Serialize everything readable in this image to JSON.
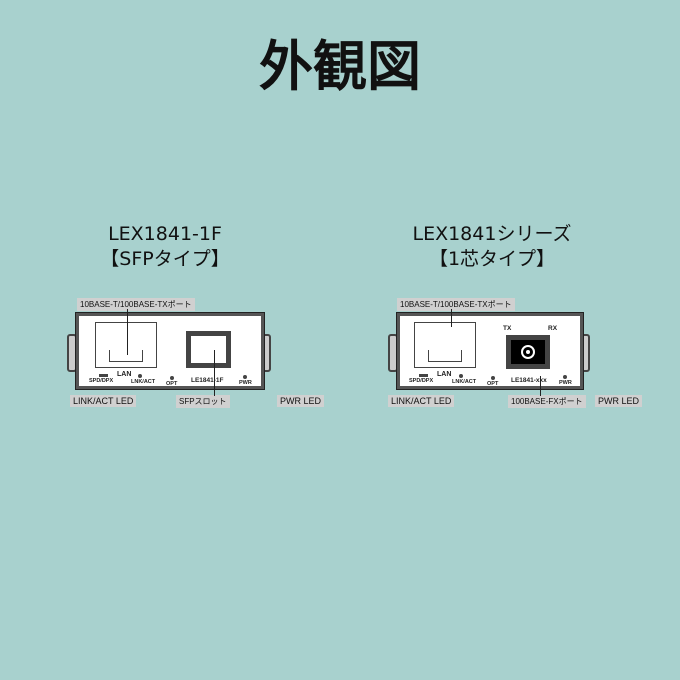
{
  "title": "外観図",
  "left": {
    "name": "LEX1841-1F",
    "type": "【SFPタイプ】",
    "port_callout": "10BASE-T/100BASE-TXポート",
    "link_led": "LINK/ACT LED",
    "slot": "SFPスロット",
    "pwr_led": "PWR LED",
    "spd": "SPD/DPX",
    "lan": "LAN",
    "lnk": "LNK/ACT",
    "opt": "OPT",
    "model": "LE1841-1F",
    "pwr": "PWR"
  },
  "right": {
    "name": "LEX1841シリーズ",
    "type": "【1芯タイプ】",
    "port_callout": "10BASE-T/100BASE-TXポート",
    "link_led": "LINK/ACT LED",
    "fx": "100BASE-FXポート",
    "pwr_led": "PWR LED",
    "spd": "SPD/DPX",
    "lan": "LAN",
    "lnk": "LNK/ACT",
    "opt": "OPT",
    "model": "LE1841-xxx",
    "pwr": "PWR",
    "tx": "TX",
    "rx": "RX"
  }
}
